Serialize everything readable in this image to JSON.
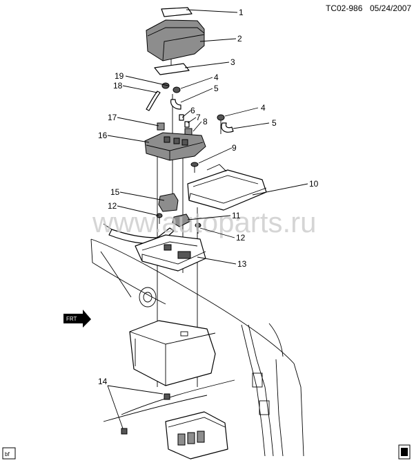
{
  "header": {
    "code": "TC02-986",
    "date": "05/24/2007"
  },
  "watermark": "www.autoparts.ru",
  "callouts": [
    "1",
    "2",
    "3",
    "4",
    "5",
    "4",
    "5",
    "6",
    "7",
    "8",
    "9",
    "10",
    "11",
    "12",
    "12",
    "13",
    "14",
    "15",
    "16",
    "17",
    "18",
    "19"
  ],
  "corner_tag": "bf",
  "front_arrow_label": "FRT"
}
